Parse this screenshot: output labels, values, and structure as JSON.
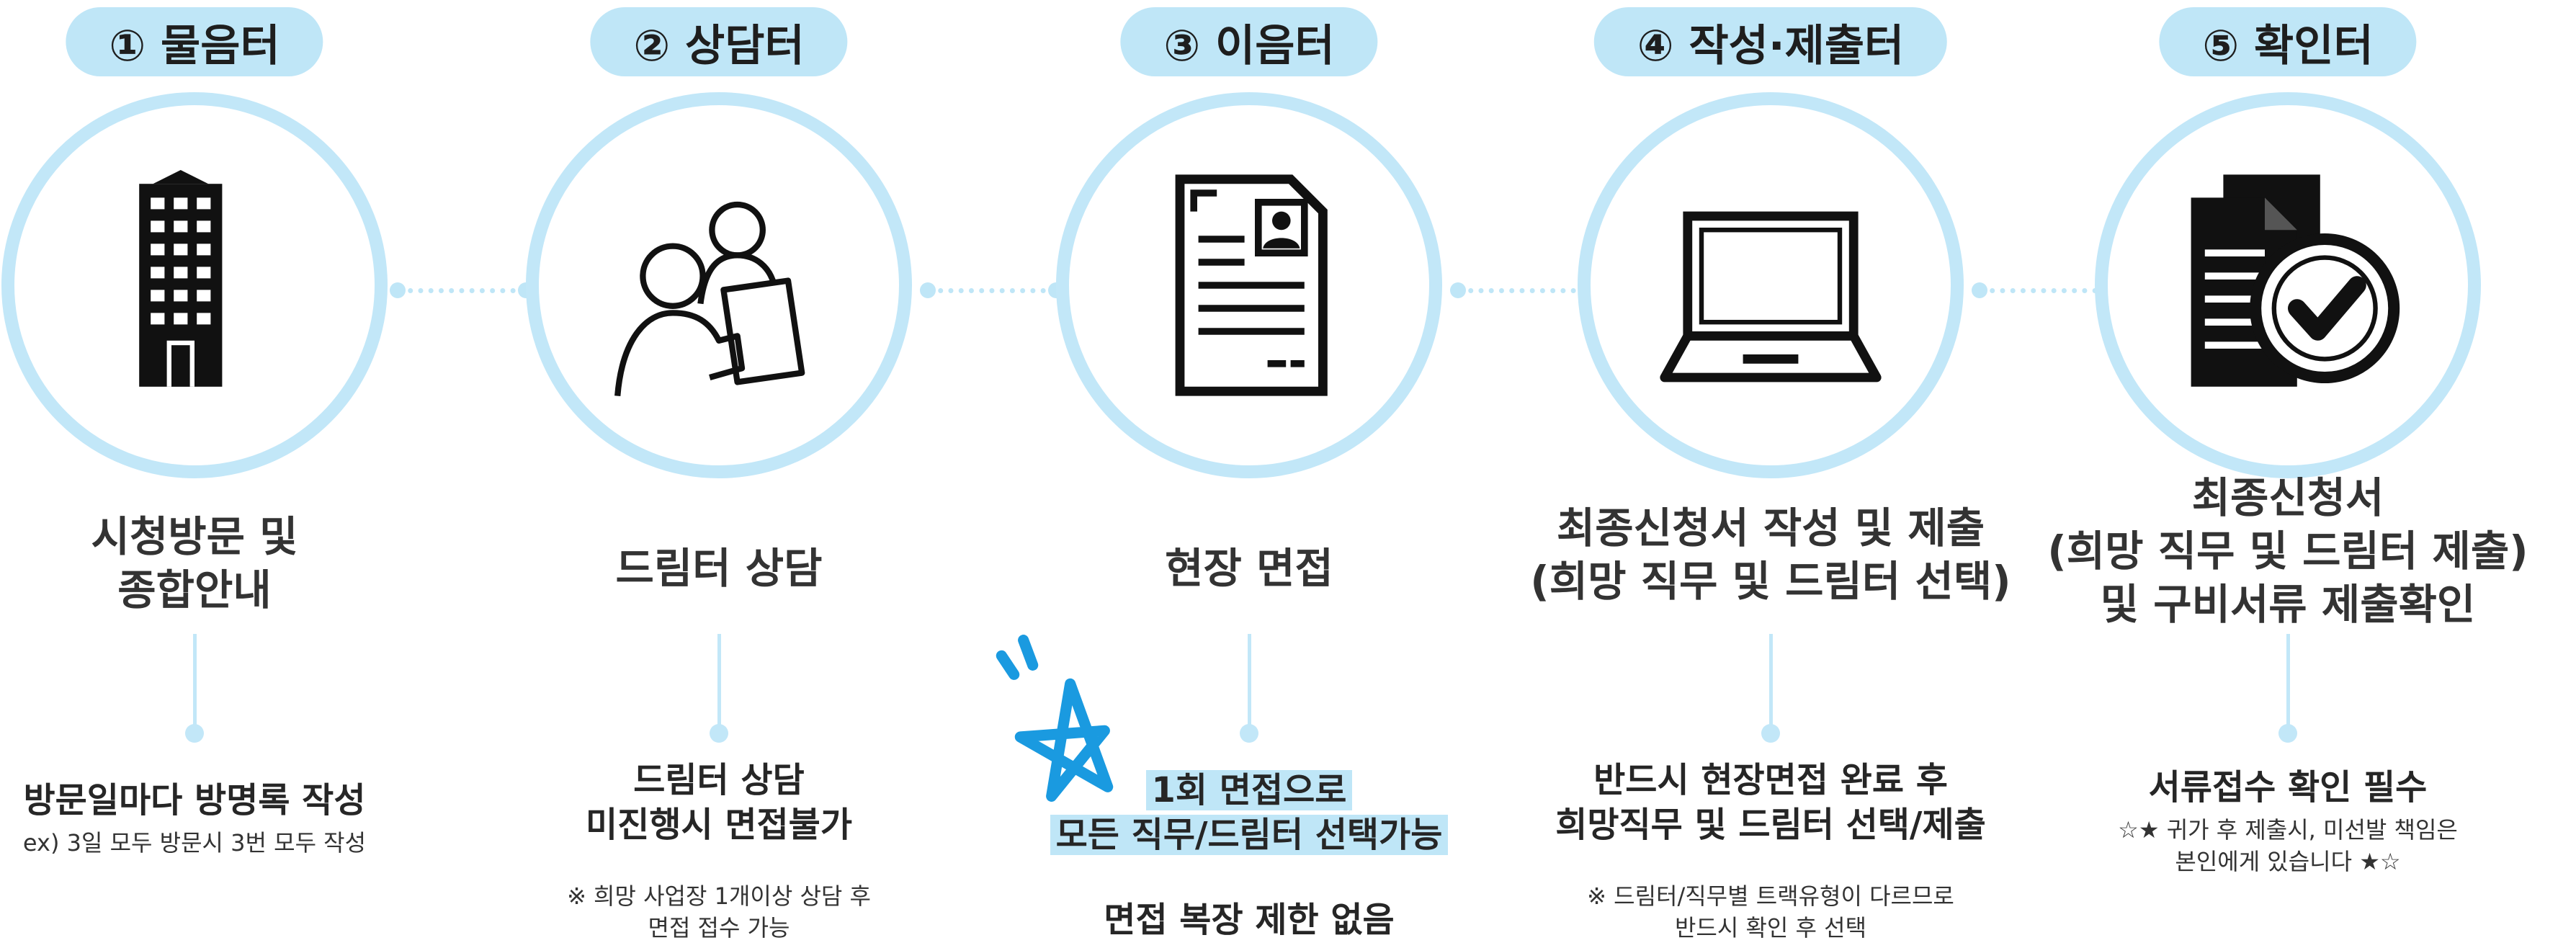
{
  "steps": [
    {
      "pill": "① 물음터",
      "icon": "office-building-icon",
      "title_lines": [
        "시청방문 및",
        "종합안내"
      ],
      "desc_lines": [
        "방문일마다 방명록 작성"
      ],
      "sub_lines": [
        "ex) 3일 모두 방문시 3번 모두 작성"
      ]
    },
    {
      "pill": "② 상담터",
      "icon": "consultation-people-icon",
      "title_lines": [
        "드림터 상담"
      ],
      "desc_lines": [
        "드림터 상담",
        "미진행시 면접불가"
      ],
      "sub_lines": [
        "※ 희망 사업장 1개이상 상담 후",
        "면접 접수 가능"
      ]
    },
    {
      "pill": "③ 이음터",
      "icon": "resume-document-icon",
      "title_lines": [
        "현장 면접"
      ],
      "desc_lines": [
        "1회 면접으로",
        "모든 직무/드림터 선택가능"
      ],
      "extra_line": "면접 복장 제한 없음",
      "star_icon": "star-doodle-icon"
    },
    {
      "pill": "④ 작성·제출터",
      "icon": "laptop-icon",
      "title_lines": [
        "최종신청서 작성 및 제출",
        "(희망 직무 및 드림터 선택)"
      ],
      "desc_lines": [
        "반드시 현장면접 완료 후",
        "희망직무 및 드림터 선택/제출"
      ],
      "sub_lines": [
        "※ 드림터/직무별 트랙유형이 다르므로",
        "반드시 확인 후 선택"
      ]
    },
    {
      "pill": "⑤ 확인터",
      "icon": "document-check-icon",
      "title_lines": [
        "최종신청서",
        "(희망 직무 및 드림터 제출)",
        "및 구비서류 제출확인"
      ],
      "desc_lines": [
        "서류접수 확인 필수"
      ],
      "sub_lines": [
        "☆★ 귀가 후 제출시, 미선발 책임은",
        "본인에게 있습니다 ★☆"
      ]
    }
  ],
  "colors": {
    "accent": "#bfe6f7",
    "ring": "#c2e7f8",
    "star": "#1a9ae0",
    "icon": "#111111"
  }
}
